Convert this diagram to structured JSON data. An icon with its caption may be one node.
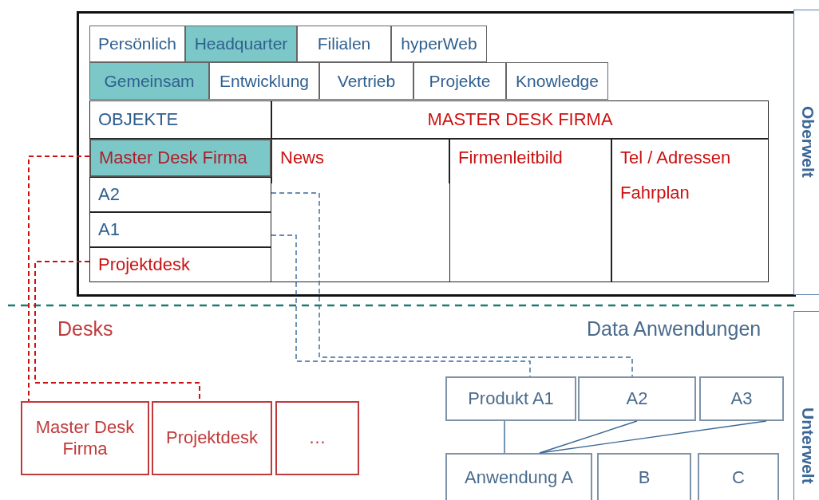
{
  "diagram": {
    "nodes": [
      {
        "text": [],
        "shape": "box"
      },
      {
        "text": [
          "Persönlich"
        ],
        "in": 0
      },
      {
        "text": [
          "Headquarter"
        ],
        "in": 0
      },
      {
        "text": [
          "Filialen"
        ],
        "in": 0
      },
      {
        "text": [
          "hyperWeb"
        ],
        "in": 0
      },
      {
        "text": [
          "Gemeinsam"
        ],
        "in": 0
      },
      {
        "text": [
          "Entwicklung"
        ],
        "in": 0
      },
      {
        "text": [
          "Vertrieb"
        ],
        "in": 0
      },
      {
        "text": [
          "Projekte"
        ],
        "in": 0
      },
      {
        "text": [
          "Knowledge"
        ],
        "in": 0
      },
      {
        "text": [
          "OBJEKTE"
        ],
        "in": 0
      },
      {
        "text": [
          "MASTER DESK FIRMA"
        ],
        "in": 0
      },
      {
        "text": [
          "Master Desk Firma"
        ],
        "in": 0
      },
      {
        "text": [
          "News"
        ],
        "in": 0
      },
      {
        "text": [
          "Firmenleitbild"
        ],
        "in": 0
      },
      {
        "text": [
          "Tel / Adressen",
          "Fahrplan"
        ],
        "in": 0
      },
      {
        "text": [
          "A2"
        ],
        "in": 0
      },
      {
        "text": [
          "A1"
        ],
        "in": 0
      },
      {
        "text": [
          "Projektdesk"
        ],
        "in": 0
      },
      {
        "text": [
          "Oberwelt"
        ]
      },
      {
        "text": [
          "Unterwelt"
        ]
      },
      {
        "text": [
          "Master Desk Firma"
        ]
      },
      {
        "text": [
          "Projektdesk"
        ]
      },
      {
        "text": [
          "…"
        ]
      },
      {
        "text": [
          "Produkt A1"
        ]
      },
      {
        "text": [
          "A2"
        ]
      },
      {
        "text": [
          "A3"
        ]
      },
      {
        "text": [
          "Anwendung A"
        ]
      },
      {
        "text": [
          "B"
        ]
      },
      {
        "text": [
          "C"
        ]
      }
    ],
    "edges": [
      {
        "from": 12,
        "to": 21,
        "arrow": "none",
        "style": "dashed",
        "color": "#cc1111"
      },
      {
        "from": 18,
        "to": 22,
        "arrow": "none",
        "style": "dashed",
        "color": "#cc1111"
      },
      {
        "from": 16,
        "to": 25,
        "arrow": "none",
        "style": "dashed"
      },
      {
        "from": 17,
        "to": 24,
        "arrow": "none",
        "style": "dashed"
      },
      {
        "from": 24,
        "to": 27,
        "arrow": "none"
      },
      {
        "from": 25,
        "to": 27,
        "arrow": "none"
      },
      {
        "from": 26,
        "to": 27,
        "arrow": "none"
      }
    ],
    "labels": [
      "Desks",
      "Data Anwendungen"
    ]
  }
}
